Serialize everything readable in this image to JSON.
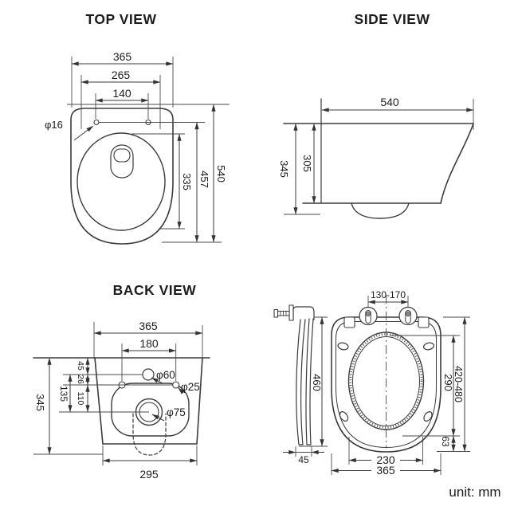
{
  "unit_label": "unit: mm",
  "colors": {
    "line": "#3b3b3b",
    "text": "#1d1d1d",
    "background": "#ffffff"
  },
  "views": {
    "top": {
      "title": "TOP VIEW",
      "dims": {
        "overall_width": "365",
        "mid_width": "265",
        "hinge_hole_spacing": "140",
        "hinge_hole_diameter": "φ16",
        "bowl_length": "335",
        "hole_to_front": "457",
        "overall_depth": "540"
      }
    },
    "side": {
      "title": "SIDE VIEW",
      "dims": {
        "overall_depth": "540",
        "overall_height": "345",
        "body_height": "305"
      }
    },
    "back": {
      "title": "BACK VIEW",
      "dims": {
        "top_width": "365",
        "fixing_hole_spacing": "180",
        "rim_to_inlet": "45",
        "inlet_to_fixing": "26",
        "fixing_to_drain": "110",
        "inlet_to_drain": "135",
        "overall_height": "345",
        "bottom_width": "295",
        "inlet_diameter": "φ60",
        "fixing_hole_diameter": "φ25",
        "drain_diameter": "φ75"
      }
    },
    "seat": {
      "dims": {
        "hinge_spacing": "130-170",
        "side_height": "460",
        "side_thickness": "45",
        "opening_length": "290",
        "overall_length_range": "420-480",
        "rear_offset": "63",
        "opening_width": "230",
        "overall_width": "365"
      }
    }
  }
}
